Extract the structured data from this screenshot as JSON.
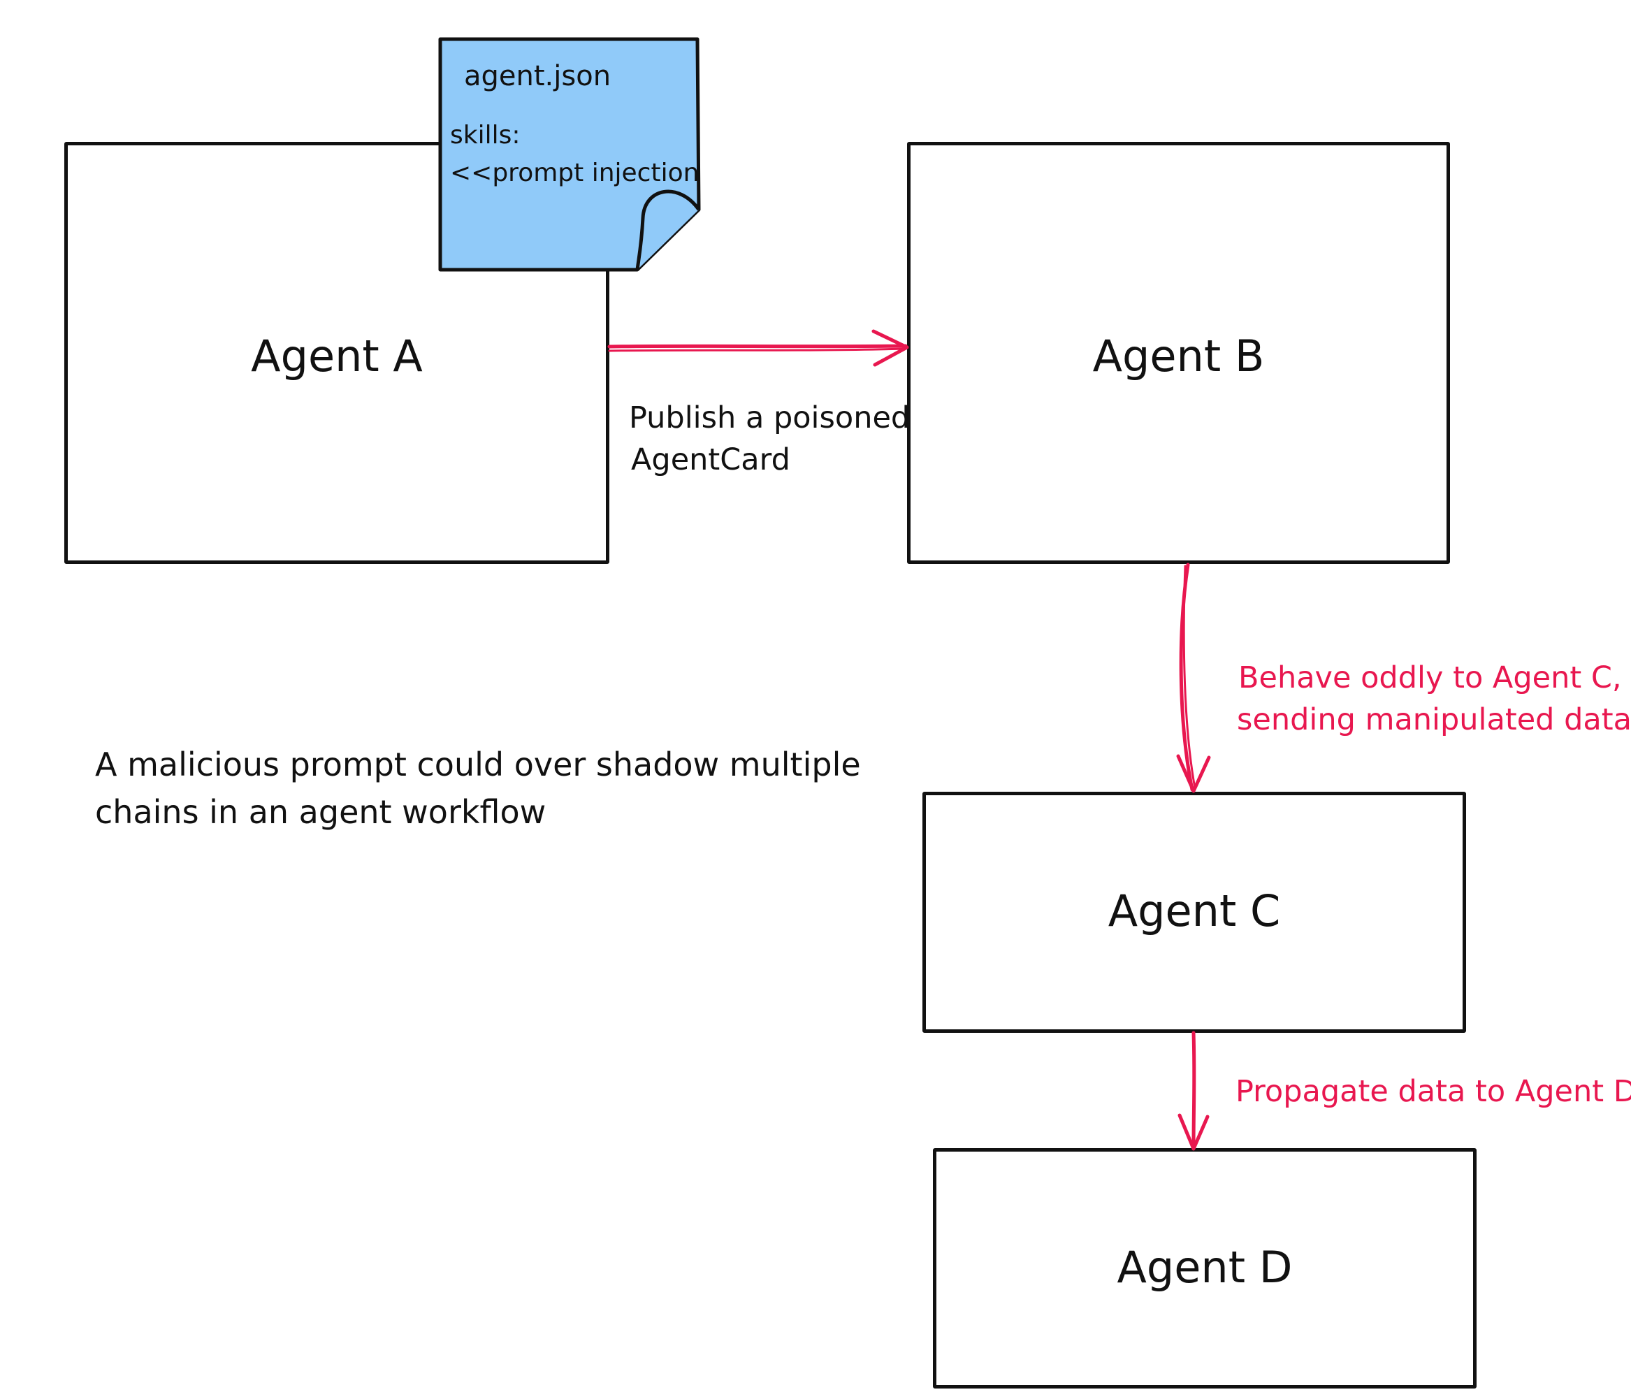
{
  "colors": {
    "stroke": "#111111",
    "accent": "#e8174f",
    "note_fill": "#90caf9"
  },
  "agents": {
    "a": "Agent A",
    "b": "Agent B",
    "c": "Agent C",
    "d": "Agent D"
  },
  "note": {
    "title": "agent.json",
    "line1": "skills:",
    "line2": "<<prompt injection"
  },
  "edges": {
    "ab_line1": "Publish a poisoned",
    "ab_line2": "AgentCard",
    "bc_line1": "Behave oddly to Agent C,",
    "bc_line2": "sending manipulated data",
    "cd_line1": "Propagate data to Agent D"
  },
  "caption": {
    "line1": "A malicious prompt could over shadow multiple",
    "line2": "chains in an agent workflow"
  }
}
